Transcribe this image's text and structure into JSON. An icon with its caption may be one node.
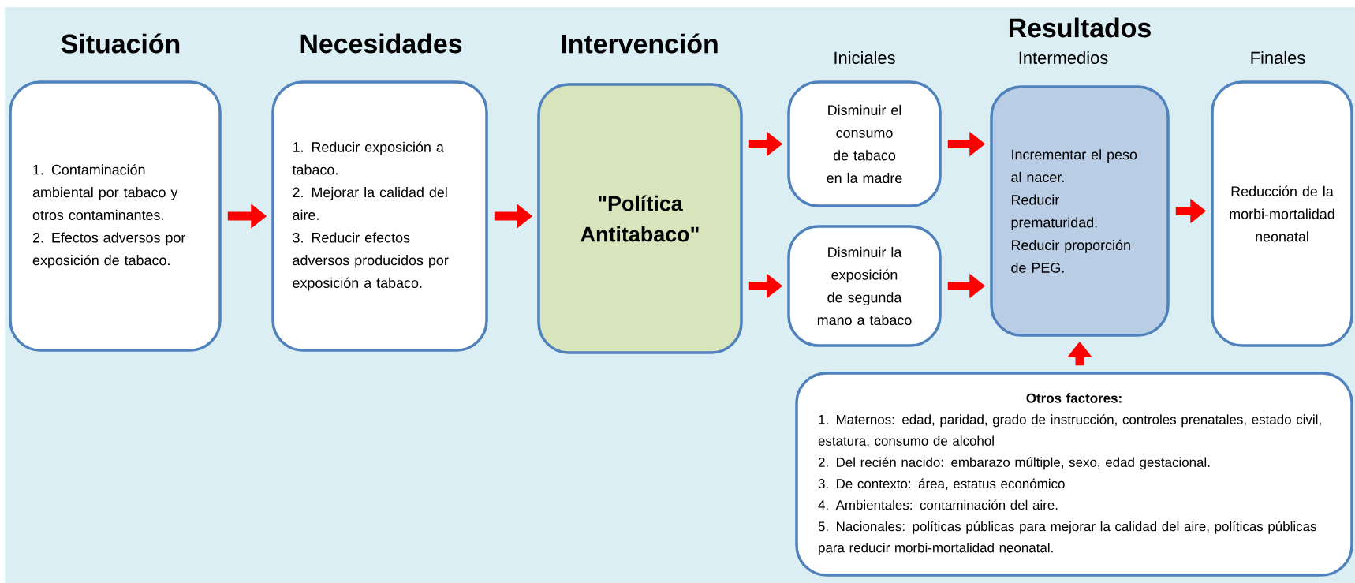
{
  "diagram": {
    "nodes": [
      {
        "text": [
          "Situación",
          "1. Contaminación ambiental por tabaco y otros contaminantes.",
          "2. Efectos adversos por exposición de tabaco."
        ]
      },
      {
        "text": [
          "Necesidades",
          "1. Reducir exposición a tabaco.",
          "2. Mejorar la calidad del aire.",
          "3. Reducir efectos adversos producidos por exposición a tabaco."
        ]
      },
      {
        "text": [
          "Intervención",
          "\"Política Antitabaco\""
        ]
      },
      {
        "text": [
          "Iniciales",
          "Disminuir el consumo de tabaco en la madre"
        ]
      },
      {
        "text": [
          "Disminuir la exposición de segunda mano a tabaco"
        ]
      },
      {
        "text": [
          "Intermedios",
          "Incrementar el peso al nacer.",
          "Reducir prematuridad.",
          "Reducir proporción de PEG."
        ]
      },
      {
        "text": [
          "Finales",
          "Reducción de la morbi-mortalidad neonatal"
        ]
      },
      {
        "text": [
          "Otros factores:",
          "1. Maternos: edad, paridad, grado de instrucción, controles prenatales, estado civil, estatura, consumo de alcohol",
          "2. Del recién nacido: embarazo múltiple, sexo, edad gestacional.",
          "3. De contexto: área, estatus económico",
          "4. Ambientales: contaminación del aire.",
          "5. Nacionales: políticas públicas para mejorar la calidad del aire, políticas públicas para reducir morbi-mortalidad neonatal."
        ]
      }
    ],
    "edges": [
      {
        "from": 0,
        "to": 1,
        "arrow": "to"
      },
      {
        "from": 1,
        "to": 2,
        "arrow": "to"
      },
      {
        "from": 2,
        "to": 3,
        "arrow": "to"
      },
      {
        "from": 2,
        "to": 4,
        "arrow": "to"
      },
      {
        "from": 3,
        "to": 5,
        "arrow": "to"
      },
      {
        "from": 4,
        "to": 5,
        "arrow": "to"
      },
      {
        "from": 5,
        "to": 6,
        "arrow": "to"
      },
      {
        "from": 7,
        "to": 5,
        "arrow": "to"
      }
    ],
    "labels": [
      "Resultados"
    ]
  }
}
